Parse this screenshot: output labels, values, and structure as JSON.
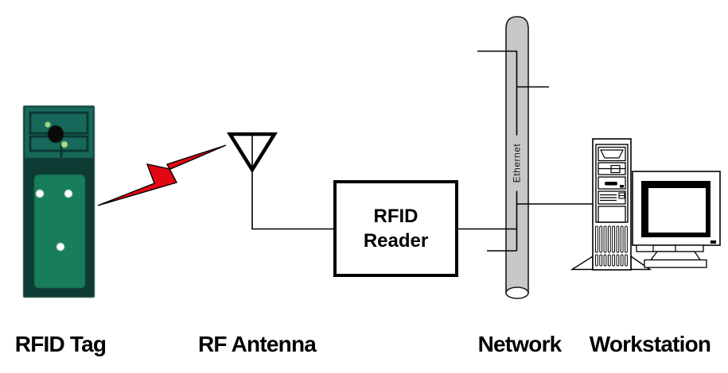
{
  "diagram": {
    "type": "rfid-system-architecture",
    "components": {
      "rfid_tag": {
        "label": "RFID Tag",
        "icon": "rfid-tag-photo-icon"
      },
      "rf_link": {
        "icon": "red-lightning-bolt-icon"
      },
      "rf_antenna": {
        "label": "RF Antenna",
        "icon": "antenna-triangle-icon"
      },
      "rfid_reader": {
        "label_line1": "RFID",
        "label_line2": "Reader"
      },
      "network": {
        "label": "Network",
        "bus_label": "Ethernet",
        "icon": "ethernet-bus-cylinder-icon"
      },
      "workstation": {
        "label": "Workstation",
        "icon": "tower-pc-crt-monitor-icon"
      }
    },
    "colors": {
      "background": "#ffffff",
      "outline": "#000000",
      "bolt_red": "#e30613",
      "cylinder_gray": "#c8c8c8",
      "tag_body_teal": "#0e3b33",
      "tag_top_teal": "#17685a",
      "tag_inner_green": "#177d5b",
      "tag_chip_black": "#0a0a0a",
      "tag_dot_green": "#abdc82"
    }
  }
}
